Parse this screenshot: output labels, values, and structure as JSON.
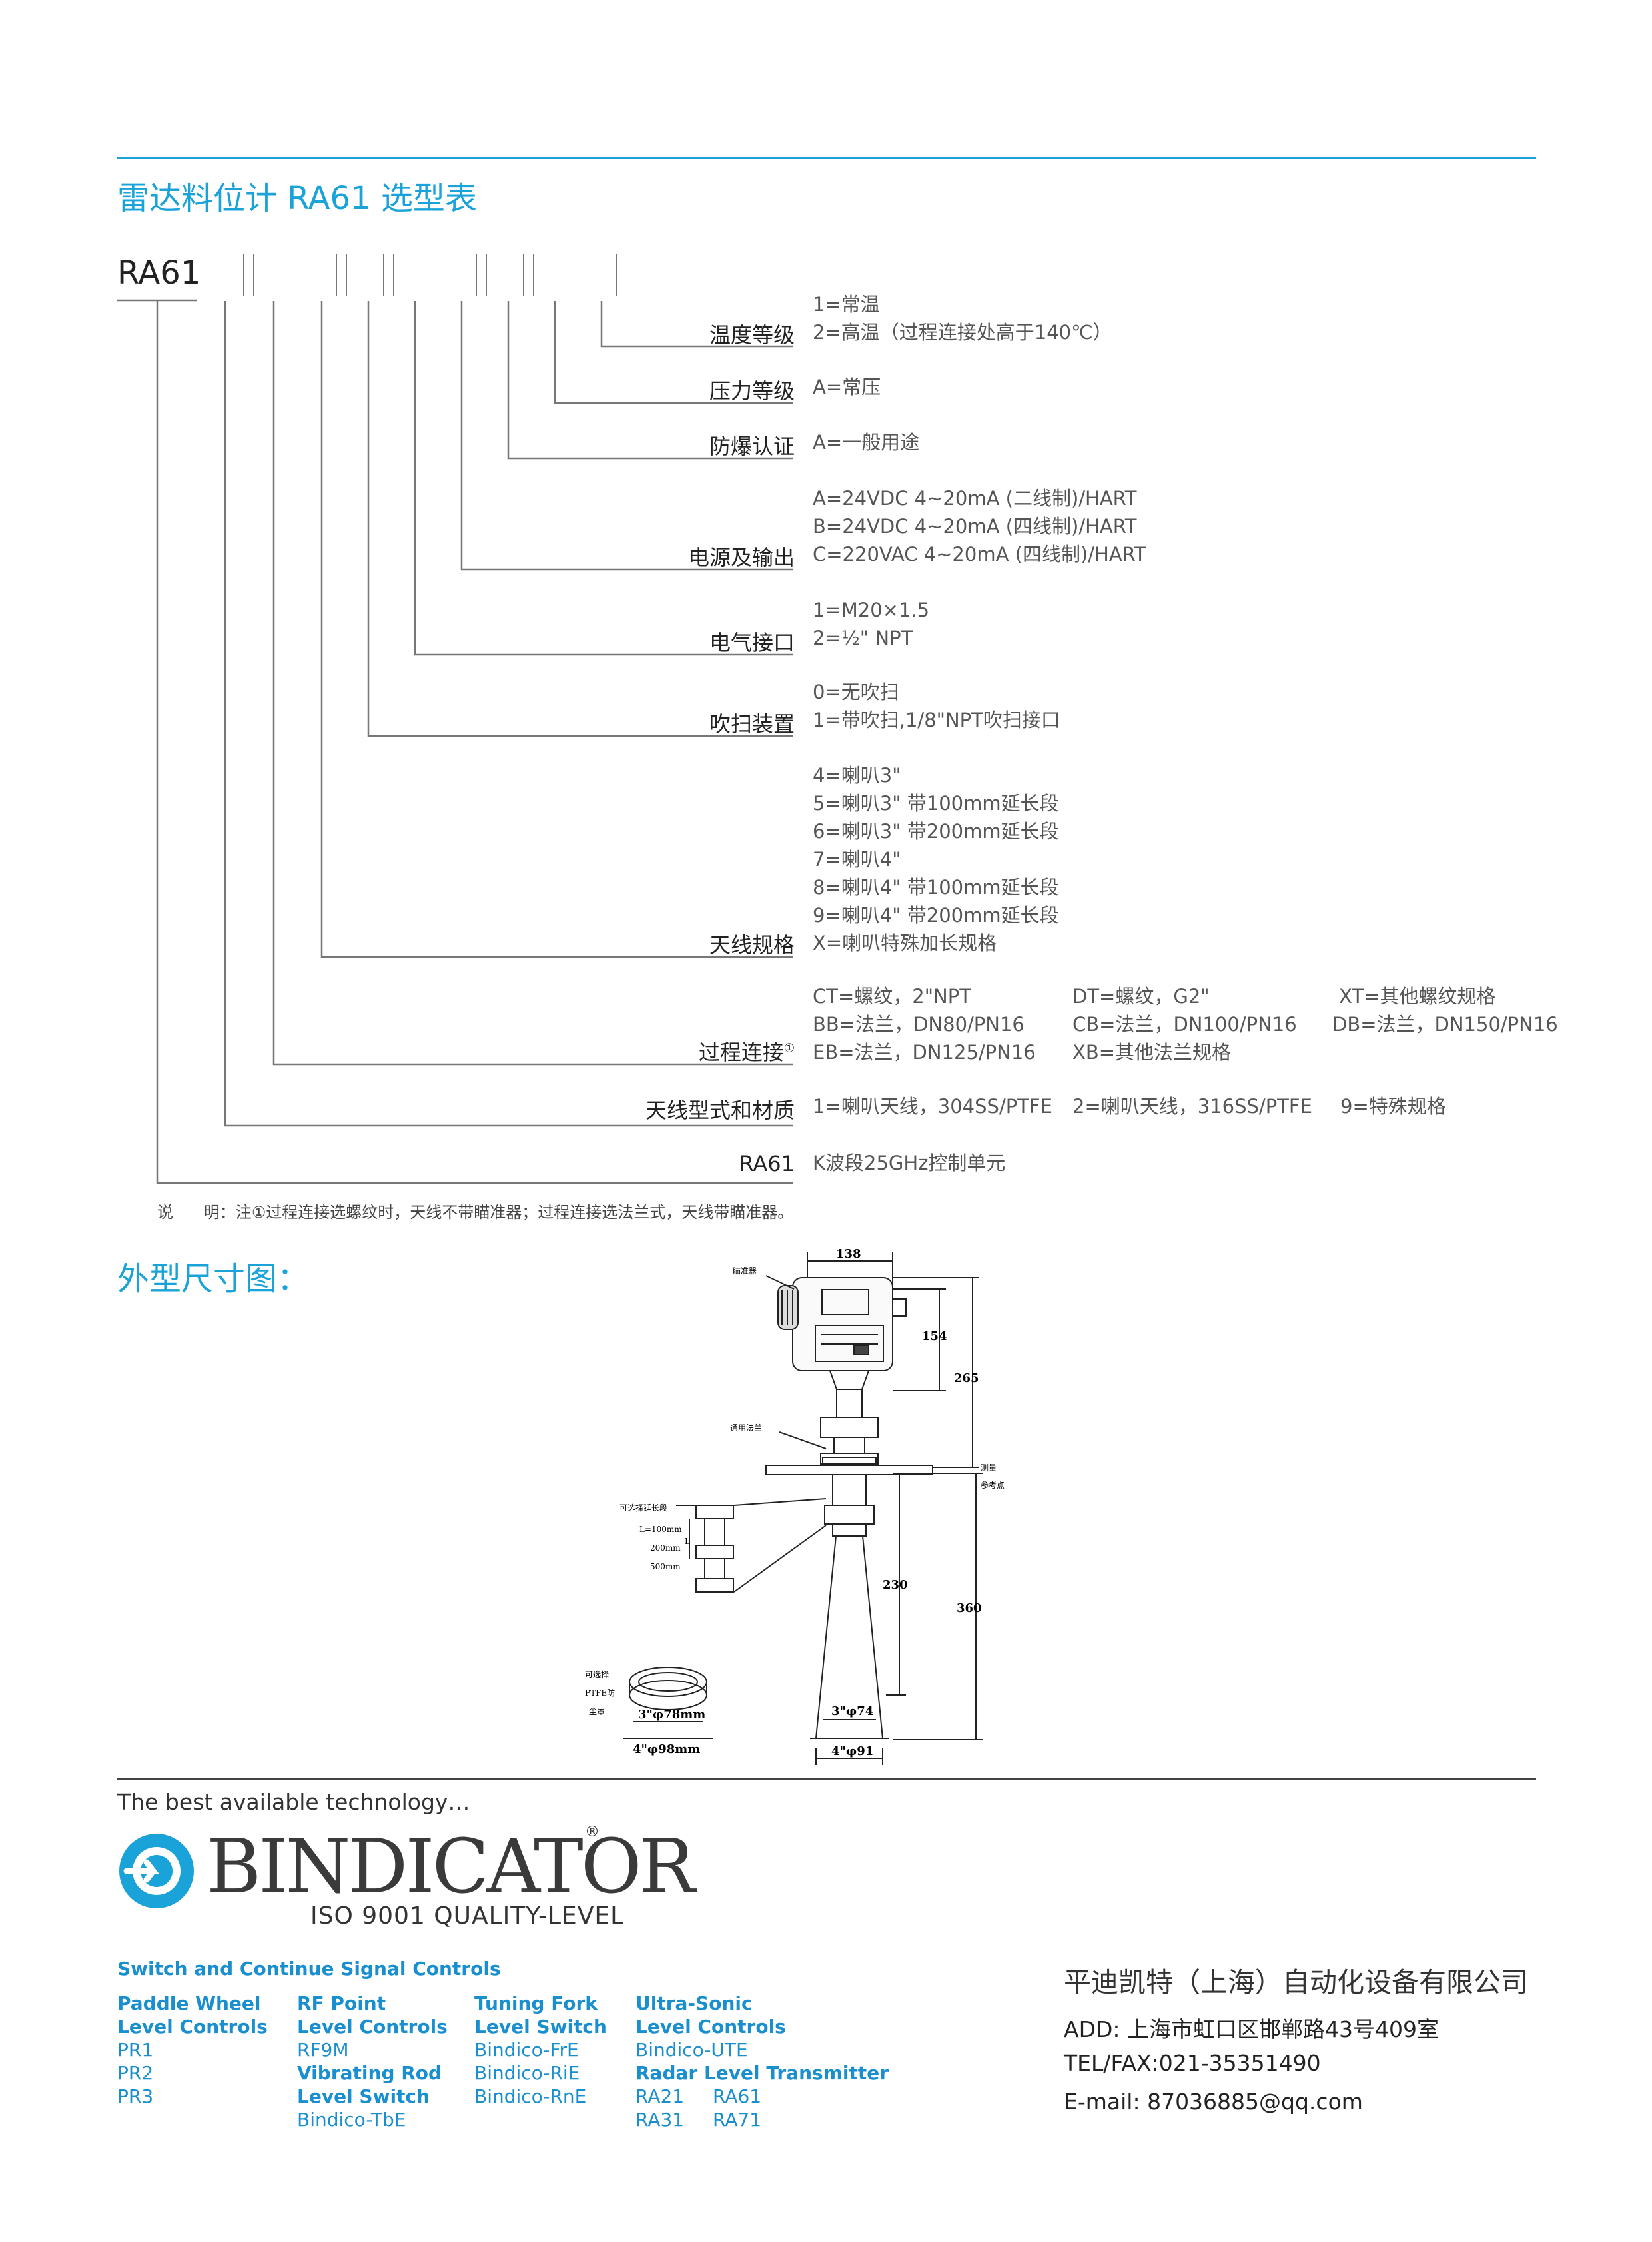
{
  "selection_table": {
    "title": "雷达料位计 RA61 选型表",
    "model_prefix": "RA61",
    "box_count": 9,
    "rows": [
      {
        "label": "温度等级",
        "options": [
          "1=常温",
          "2=高温（过程连接处高于140℃）"
        ]
      },
      {
        "label": "压力等级",
        "options": [
          "A=常压"
        ]
      },
      {
        "label": "防爆认证",
        "options": [
          "A=一般用途"
        ]
      },
      {
        "label": "电源及输出",
        "options": [
          "A=24VDC   4~20mA (二线制)/HART",
          "B=24VDC   4~20mA (四线制)/HART",
          "C=220VAC  4~20mA (四线制)/HART"
        ]
      },
      {
        "label": "电气接口",
        "options": [
          "1=M20×1.5",
          "2=½\" NPT"
        ]
      },
      {
        "label": "吹扫装置",
        "options": [
          "0=无吹扫",
          "1=带吹扫,1/8\"NPT吹扫接口"
        ]
      },
      {
        "label": "天线规格",
        "options": [
          "4=喇叭3\"",
          "5=喇叭3\" 带100mm延长段",
          "6=喇叭3\" 带200mm延长段",
          "7=喇叭4\"",
          "8=喇叭4\" 带100mm延长段",
          "9=喇叭4\" 带200mm延长段",
          "X=喇叭特殊加长规格"
        ]
      }
    ],
    "process_connection": {
      "label": "过程连接",
      "note_mark": "①",
      "options": [
        [
          "CT=螺纹，2\"NPT",
          "DT=螺纹，G2\"",
          "XT=其他螺纹规格"
        ],
        [
          "BB=法兰，DN80/PN16",
          "CB=法兰，DN100/PN16",
          "DB=法兰，DN150/PN16"
        ],
        [
          "EB=法兰，DN125/PN16",
          "XB=其他法兰规格"
        ]
      ]
    },
    "antenna_type": {
      "label": "天线型式和材质",
      "options": [
        "1=喇叭天线，304SS/PTFE",
        "2=喇叭天线，316SS/PTFE",
        "9=特殊规格"
      ]
    },
    "base": {
      "label": "RA61",
      "option": "K波段25GHz控制单元"
    },
    "note": "说      明：注①过程连接选螺纹时，天线不带瞄准器；过程连接选法兰式，天线带瞄准器。"
  },
  "drawing": {
    "title": "外型尺寸图：",
    "labels": {
      "aim": "瞄准器",
      "flange": "通用法兰",
      "measure": "测量",
      "ref": "参考点",
      "ext": "可选择延长段",
      "l100": "L=100mm",
      "l200": "200mm",
      "l500": "500mm",
      "L": "L",
      "ptfe1": "可选择",
      "ptfe2": "PTFE防",
      "ptfe3": "尘罩"
    },
    "dims": {
      "d138": "138",
      "d154": "154",
      "d265": "265",
      "d230": "230",
      "d360": "360",
      "d3in": "3\"φ74",
      "d4in": "4\"φ91",
      "c3": "3\"φ78mm",
      "c4": "4\"φ98mm"
    }
  },
  "footer": {
    "tagline": "The best available technology…",
    "brand": "BINDICATOR",
    "reg": "®",
    "iso": "ISO 9001 QUALITY-LEVEL",
    "section_title": "Switch and Continue Signal Controls",
    "col1": {
      "h1": "Paddle Wheel",
      "h2": "Level Controls",
      "items": [
        "PR1",
        "PR2",
        "PR3"
      ]
    },
    "col2": {
      "h1": "RF Point",
      "h2": "Level Controls",
      "i1": "RF9M",
      "h3": "Vibrating Rod",
      "h4": "Level Switch",
      "i2": "Bindico-TbE"
    },
    "col3": {
      "h1": "Tuning Fork",
      "h2": "Level Switch",
      "items": [
        "Bindico-FrE",
        "Bindico-RiE",
        "Bindico-RnE"
      ]
    },
    "col4": {
      "h1": "Ultra-Sonic",
      "h2": "Level Controls",
      "i1": "Bindico-UTE",
      "h3": "Radar Level Transmitter",
      "r1a": "RA21",
      "r1b": "RA61",
      "r2a": "RA31",
      "r2b": "RA71"
    },
    "company": "平迪凯特（上海）自动化设备有限公司",
    "address": "ADD: 上海市虹口区邯郸路43号409室",
    "tel": "TEL/FAX:021-35351490",
    "email": "E-mail: 87036885@qq.com"
  },
  "colors": {
    "accent": "#1aa3d9",
    "footer_blue": "#1a8fd0",
    "line": "#777777"
  }
}
